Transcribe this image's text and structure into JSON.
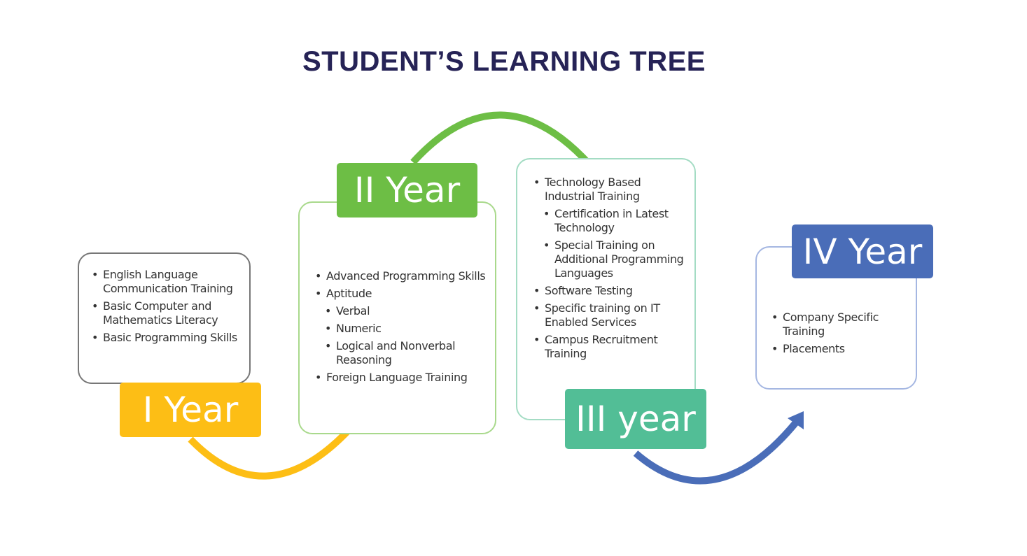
{
  "title": "STUDENT’S LEARNING TREE",
  "colors": {
    "title": "#262356",
    "year1": "#FDBE15",
    "year2": "#6DBE45",
    "year3": "#52BE96",
    "year4": "#4A6DB8"
  },
  "years": [
    {
      "label": "I Year",
      "items": [
        {
          "text": "English Language Communication Training",
          "level": 1
        },
        {
          "text": "Basic Computer and Mathematics Literacy",
          "level": 1
        },
        {
          "text": "Basic Programming Skills",
          "level": 1
        }
      ]
    },
    {
      "label": "II Year",
      "items": [
        {
          "text": "Advanced Programming Skills",
          "level": 1
        },
        {
          "text": "Aptitude",
          "level": 1
        },
        {
          "text": "Verbal",
          "level": 2
        },
        {
          "text": "Numeric",
          "level": 2
        },
        {
          "text": "Logical and Nonverbal Reasoning",
          "level": 2
        },
        {
          "text": "Foreign Language Training",
          "level": 1
        }
      ]
    },
    {
      "label": "III year",
      "items": [
        {
          "text": "Technology Based Industrial Training",
          "level": 1
        },
        {
          "text": "Certification in Latest Technology",
          "level": 2
        },
        {
          "text": "Special Training on Additional Programming Languages",
          "level": 2
        },
        {
          "text": "Software Testing",
          "level": 1
        },
        {
          "text": "Specific training on IT Enabled Services",
          "level": 1
        },
        {
          "text": "Campus Recruitment Training",
          "level": 1
        }
      ]
    },
    {
      "label": "IV Year",
      "items": [
        {
          "text": "Company Specific Training",
          "level": 1
        },
        {
          "text": "Placements",
          "level": 1
        }
      ]
    }
  ]
}
